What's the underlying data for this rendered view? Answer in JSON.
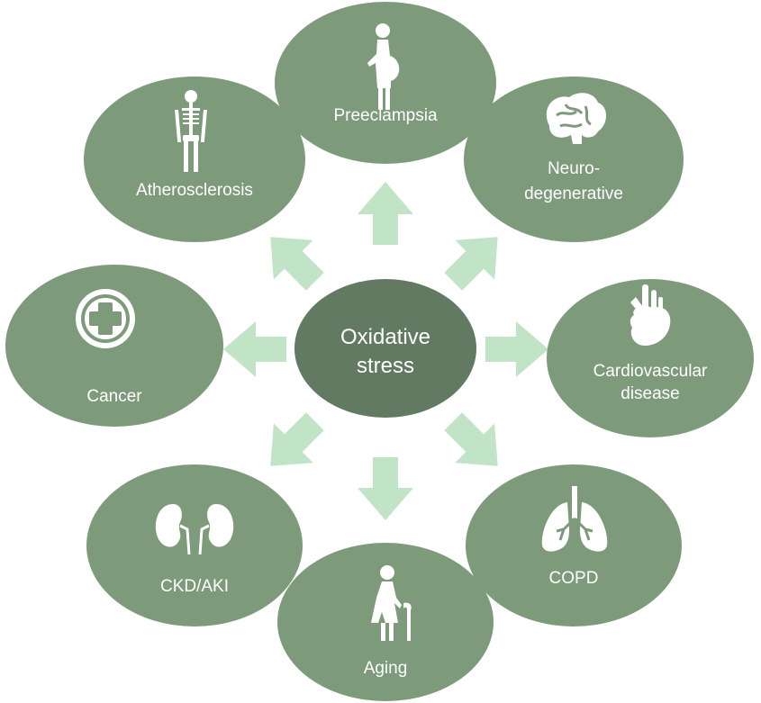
{
  "center": {
    "line1": "Oxidative",
    "line2": "stress"
  },
  "nodes": {
    "preeclampsia": {
      "label": "Preeclampsia",
      "icon": "pregnant-woman-icon"
    },
    "neuro": {
      "line1": "Neuro-",
      "line2": "degenerative",
      "icon": "brain-icon"
    },
    "cardio": {
      "line1": "Cardiovascular",
      "line2": "disease",
      "icon": "heart-icon"
    },
    "copd": {
      "label": "COPD",
      "icon": "lungs-icon"
    },
    "aging": {
      "label": "Aging",
      "icon": "elderly-person-icon"
    },
    "ckd": {
      "label": "CKD/AKI",
      "icon": "kidneys-icon"
    },
    "cancer": {
      "label": "Cancer",
      "icon": "medical-cross-icon"
    },
    "atherosclerosis": {
      "label": "Atherosclerosis",
      "icon": "skeleton-icon"
    }
  },
  "colors": {
    "node": "#7d9b7b",
    "center": "#637a62",
    "arrow": "#c2e4c6",
    "text": "#ffffff"
  }
}
